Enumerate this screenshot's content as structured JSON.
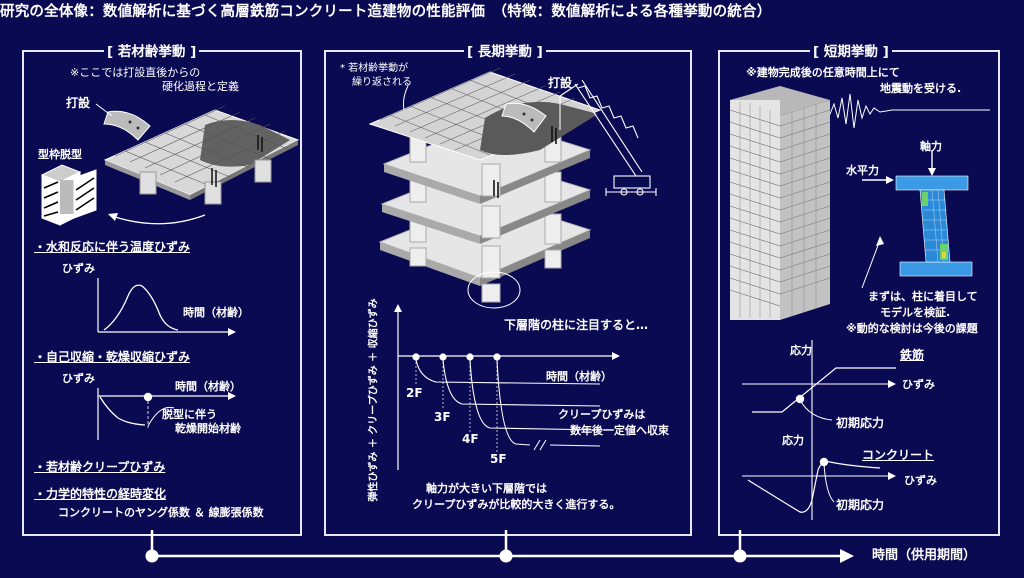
{
  "header": {
    "title": "研究の全体像：数値解析に基づく高層鉄筋コンクリート造建物の性能評価　（特徴：数値解析による各種挙動の統合）"
  },
  "panels": {
    "early": {
      "title": "[ 若材齢挙動 ]",
      "note_line1": "※ここでは打設直後からの",
      "note_line2": "硬化過程と定義",
      "pour": "打設",
      "formwork": "型枠脱型",
      "items": [
        "・水和反応に伴う温度ひずみ",
        "・自己収縮・乾燥収縮ひずみ",
        "・若材齢クリープひずみ",
        "・力学的特性の経時変化"
      ],
      "graph1_y": "ひずみ",
      "graph1_x": "時間（材齢）",
      "graph2_y": "ひずみ",
      "graph2_x": "時間（材齢）",
      "graph2_note1": "脱型に伴う",
      "graph2_note2": "乾燥開始材齢",
      "props_note": "コンクリートのヤング係数 ＆ 線膨張係数"
    },
    "long": {
      "title": "[ 長期挙動 ]",
      "repeat_note1": "* 若材齢挙動が",
      "repeat_note2": "繰り返される",
      "pour": "打設",
      "focus": "下層階の柱に注目すると…",
      "y_label": "弾性ひずみ ＋ クリープひずみ ＋ 収縮ひずみ",
      "x_label": "時間（材齢）",
      "floors": [
        "2F",
        "3F",
        "4F",
        "5F"
      ],
      "creep1": "クリープひずみは",
      "creep2": "数年後一定値へ収束",
      "bottom1": "軸力が大きい下層階では",
      "bottom2": "クリープひずみが比較的大きく進行する。"
    },
    "short": {
      "title": "[ 短期挙動 ]",
      "note1": "※建物完成後の任意時間上にて",
      "note2": "地震動を受ける.",
      "axial": "軸力",
      "horizontal": "水平力",
      "model1": "まずは、柱に着目して",
      "model2": "モデルを検証.",
      "future": "※動的な検討は今後の課題",
      "stress1": "応力",
      "steel": "鉄筋",
      "strain1": "ひずみ",
      "initial1": "初期応力",
      "stress2": "応力",
      "concrete": "コンクリート",
      "strain2": "ひずみ",
      "initial2": "初期応力"
    }
  },
  "timeline": {
    "label": "時間（供用期間）"
  },
  "colors": {
    "background": "#0a0a52",
    "line": "#e8e8f0",
    "accent_fem": "#2a8ad8"
  }
}
